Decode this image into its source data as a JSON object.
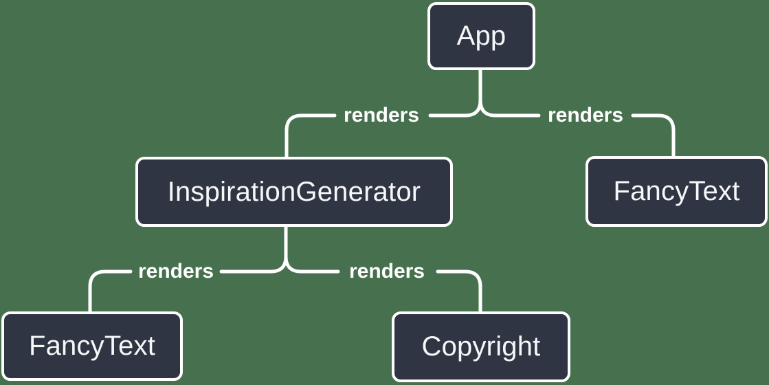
{
  "diagram": {
    "type": "component-render-tree",
    "colors": {
      "background": "#47714E",
      "node_fill": "#2F3542",
      "node_border": "#FFFFFF",
      "connector": "#FFFFFF",
      "node_text": "#F6F7F9",
      "edge_label_text": "#FFFFFF"
    },
    "nodes": [
      {
        "id": "app",
        "label": "App"
      },
      {
        "id": "inspiration-generator",
        "label": "InspirationGenerator"
      },
      {
        "id": "fancy-text-top",
        "label": "FancyText"
      },
      {
        "id": "fancy-text-bottom",
        "label": "FancyText"
      },
      {
        "id": "copyright",
        "label": "Copyright"
      }
    ],
    "edges": [
      {
        "from": "App",
        "to": "InspirationGenerator",
        "label": "renders"
      },
      {
        "from": "App",
        "to": "FancyText",
        "label": "renders"
      },
      {
        "from": "InspirationGenerator",
        "to": "FancyText",
        "label": "renders"
      },
      {
        "from": "InspirationGenerator",
        "to": "Copyright",
        "label": "renders"
      }
    ]
  }
}
